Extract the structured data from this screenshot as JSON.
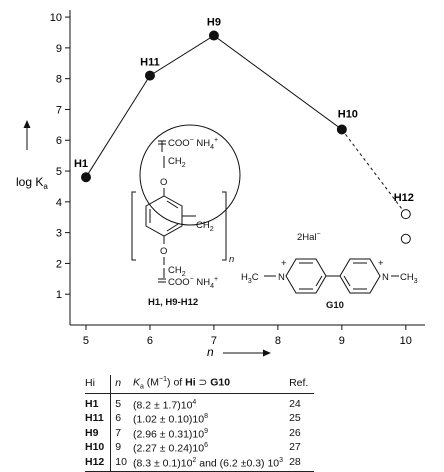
{
  "chart_data": {
    "type": "line",
    "xlabel": "n",
    "ylabel": "log K",
    "ylabel_sub": "a",
    "xlim": [
      4.75,
      10.3
    ],
    "ylim": [
      0,
      10.1
    ],
    "xticks": [
      5,
      6,
      7,
      8,
      9,
      10
    ],
    "yticks": [
      1,
      2,
      3,
      4,
      5,
      6,
      7,
      8,
      9,
      10
    ],
    "points": [
      {
        "label": "H1",
        "x": 5,
        "y": 4.8
      },
      {
        "label": "H11",
        "x": 6,
        "y": 8.1
      },
      {
        "label": "H9",
        "x": 7,
        "y": 9.4
      },
      {
        "label": "H10",
        "x": 9,
        "y": 6.35
      },
      {
        "label": "H12",
        "x": 10,
        "y": 3.6
      },
      {
        "label": "",
        "x": 10,
        "y": 2.8
      }
    ],
    "solid_series_x": [
      5,
      6,
      7,
      9
    ],
    "dashed_series_x": [
      9,
      10
    ]
  },
  "host_structure": {
    "arm1": "COO",
    "arm1_sup": "−",
    "arm1_cat": "NH",
    "arm1_cat_sub": "4",
    "arm1_cat_sup": "+",
    "ch2": "CH",
    "ch2_sub": "2",
    "o": "O",
    "repeat": "n",
    "caption": "H1, H9-H12"
  },
  "guest_structure": {
    "counter": "2Hal",
    "counter_sup": "−",
    "methyl": "H",
    "methyl_sub": "3",
    "methyl_c": "C",
    "n": "N",
    "plus": "+",
    "right_methyl": "CH",
    "right_methyl_sub": "3",
    "caption": "G10"
  },
  "table": {
    "headers": {
      "hi": "Hi",
      "n": "n",
      "ka_pre": "K",
      "ka_sub": "a",
      "ka_unit": " (M",
      "ka_unit_sup": "−1",
      "ka_mid": ") of ",
      "ka_hi": "Hi",
      "ka_sym": " ⊃ ",
      "ka_g": "G10",
      "ref": "Ref."
    },
    "rows": [
      {
        "hi": "H1",
        "n": "5",
        "value": "(8.2  ± 1.7)10",
        "exp": "4",
        "ref": "24"
      },
      {
        "hi": "H11",
        "n": "6",
        "value": "(1.02 ± 0.10)10",
        "exp": "8",
        "ref": "25"
      },
      {
        "hi": "H9",
        "n": "7",
        "value": "(2.96 ± 0.31)10",
        "exp": "9",
        "ref": "26"
      },
      {
        "hi": "H10",
        "n": "9",
        "value": "(2.27 ± 0.24)10",
        "exp": "6",
        "ref": "27"
      },
      {
        "hi": "H12",
        "n": "10",
        "value": "(8.3  ± 0.1)10",
        "exp": "2",
        "value2": " and (6.2 ±0.3) 10",
        "exp2": "3",
        "ref": "28"
      }
    ]
  }
}
